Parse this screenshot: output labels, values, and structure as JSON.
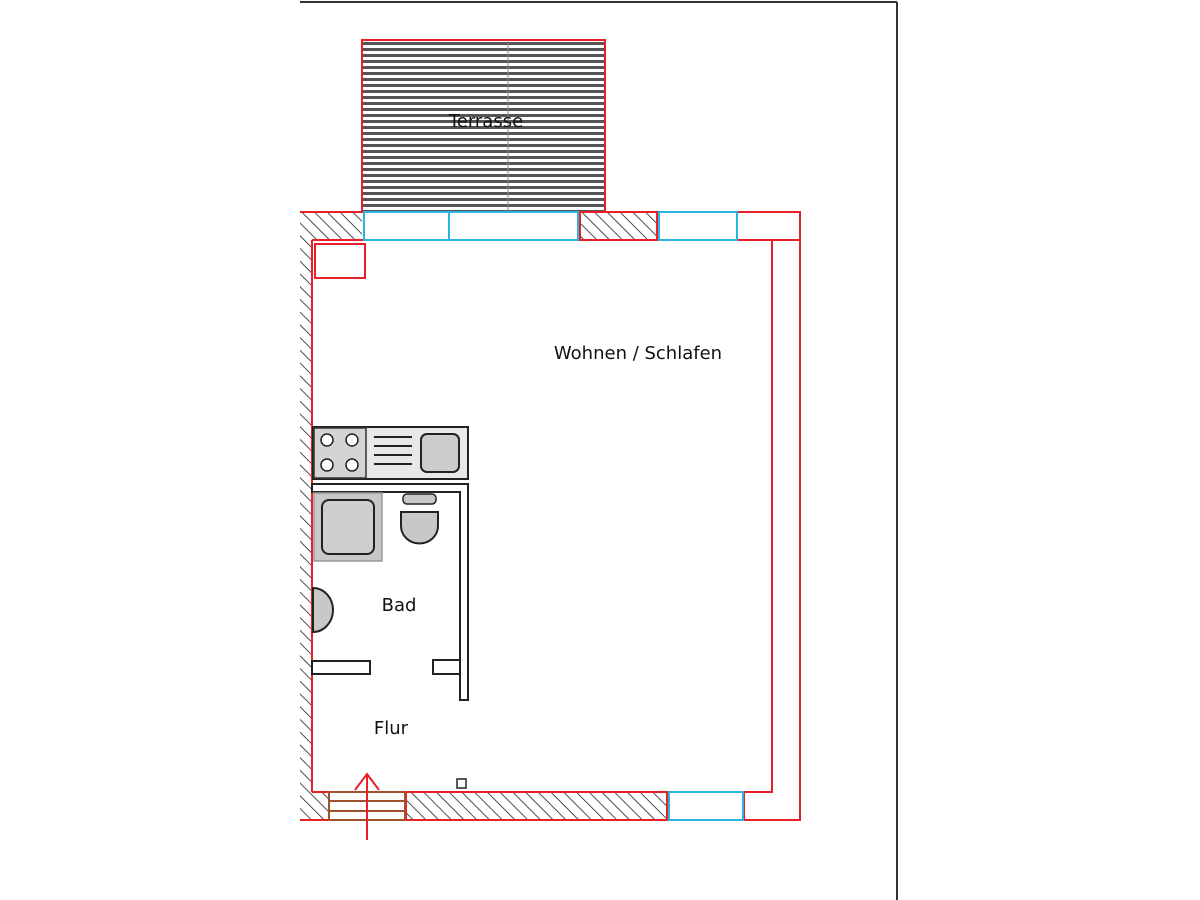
{
  "rooms": {
    "terrace": "Terrasse",
    "living": "Wohnen / Schlafen",
    "bath": "Bad",
    "hall": "Flur"
  },
  "colors": {
    "wall_outline": "#e8202a",
    "window": "#2bb4e0",
    "hatch": "#222222",
    "fixture_fill": "#c8c8c8",
    "fixture_stroke": "#333333",
    "step": "#a0522d",
    "terrace_lines": "#444444"
  },
  "icons": [
    "stove-icon",
    "sink-icon",
    "shower-icon",
    "toilet-icon",
    "washbasin-icon",
    "entrance-arrow-icon"
  ]
}
